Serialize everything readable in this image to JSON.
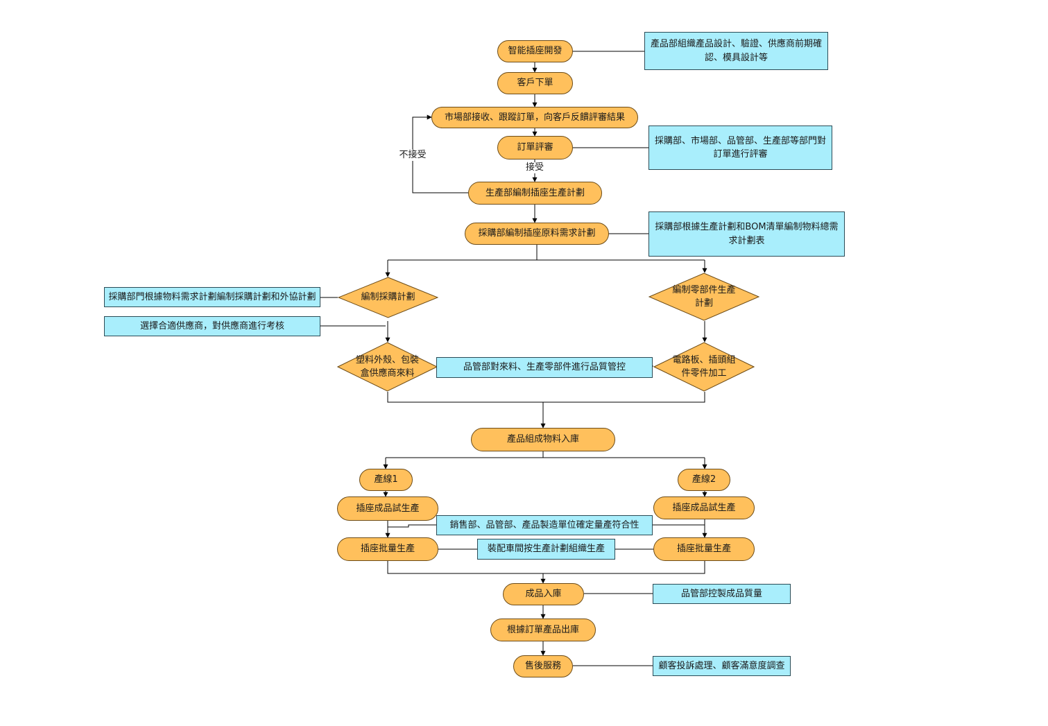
{
  "colors": {
    "process_fill": "#FFC05C",
    "note_fill": "#A9EEFC",
    "line": "#000000"
  },
  "nodes": {
    "smart_socket_dev": "智能插座開發",
    "customer_order": "客戶下單",
    "market_receive": "市場部接收、跟蹤訂單，向客戶反饋評審結果",
    "order_review": "訂單評審",
    "production_plan": "生產部編制插座生產計劃",
    "material_plan": "採購部編制插座原料需求計劃",
    "purchase_plan": "編制採購計劃",
    "parts_plan": "編制零部件生產計劃",
    "plastic_supply": "塑料外殼、包裝盒供應商來料",
    "pcb_process": "電路板、插頭組件零件加工",
    "material_storage": "產品組成物料入庫",
    "line1": "產線1",
    "line2": "產線2",
    "trial1": "插座成品試生產",
    "trial2": "插座成品試生產",
    "batch1": "插座批量生產",
    "batch2": "插座批量生產",
    "finished_storage": "成品入庫",
    "shipment": "根據訂單產品出庫",
    "after_sales": "售後服務"
  },
  "notes": {
    "product_dept": "產品部組織產品設計、驗證、供應商前期確認、模具設計等",
    "review_depts": "採購部、市場部、品管部、生產部等部門對訂單進行評審",
    "bom_plan": "採購部根據生產計劃和BOM清單編制物料總需求計劃表",
    "purchase_dept": "採購部門根據物料需求計劃編制採購計劃和外協計劃",
    "supplier_select": "選擇合適供應商，對供應商進行考核",
    "qc_incoming": "品管部對來料、生產零部件進行品質管控",
    "mass_conformity": "銷售部、品管部、產品製造單位確定量產符合性",
    "assembly_workshop": "裝配車間按生產計劃組織生產",
    "qc_finished": "品管部控製成品質量",
    "complaints": "顧客投訴處理、顧客滿意度調查"
  },
  "labels": {
    "not_accepted": "不接受",
    "accepted": "接受"
  }
}
